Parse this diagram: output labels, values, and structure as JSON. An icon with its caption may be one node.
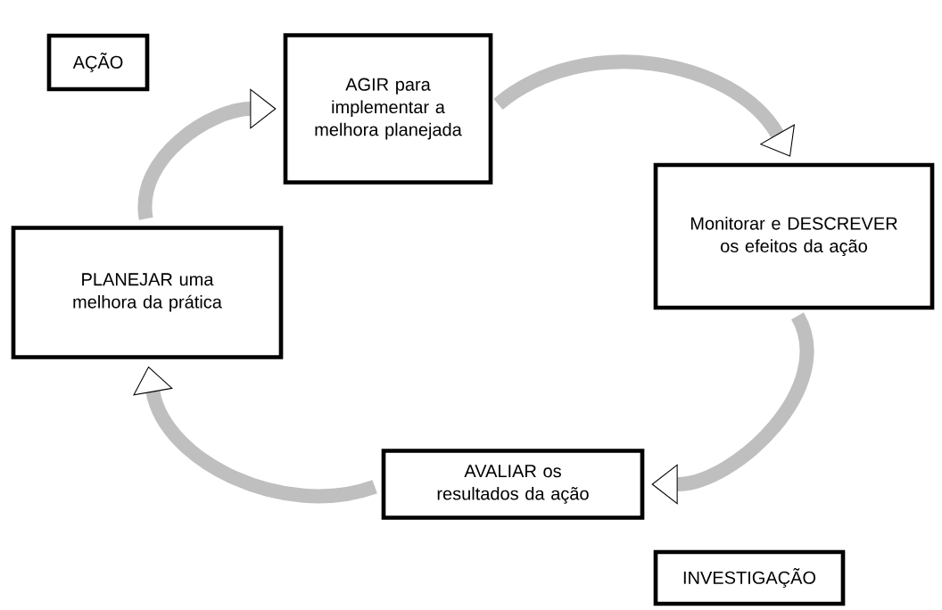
{
  "diagram": {
    "nodes": [
      {
        "text": [
          "AÇÃO"
        ]
      },
      {
        "text": [
          "AGIR para implementar a melhora planejada"
        ]
      },
      {
        "text": [
          "Monitorar e DESCREVER os efeitos da ação"
        ]
      },
      {
        "text": [
          "PLANEJAR uma melhora da prática"
        ]
      },
      {
        "text": [
          "AVALIAR os resultados da ação"
        ]
      },
      {
        "text": [
          "INVESTIGAÇÃO"
        ]
      }
    ],
    "edges": [
      {
        "from": 1,
        "to": 2,
        "arrow": "to"
      },
      {
        "from": 2,
        "to": 4,
        "arrow": "to"
      },
      {
        "from": 4,
        "to": 3,
        "arrow": "to"
      },
      {
        "from": 3,
        "to": 1,
        "arrow": "to"
      }
    ]
  }
}
